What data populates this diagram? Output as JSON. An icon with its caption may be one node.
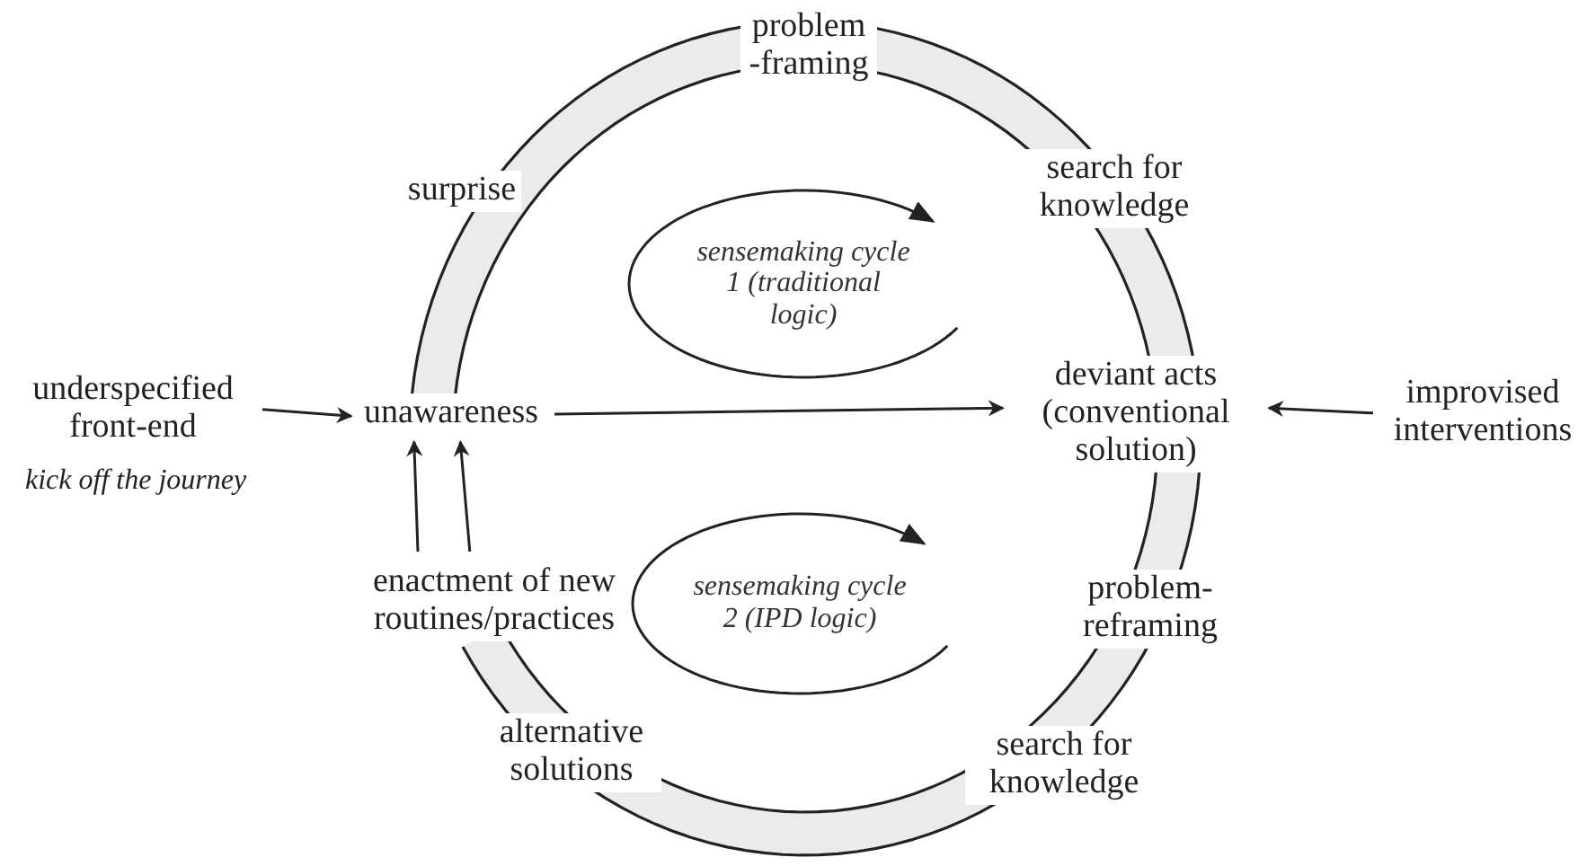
{
  "diagram": {
    "nodes": [
      {
        "text": [
          "underspecified front-end"
        ],
        "beside": [
          "kick off the journey"
        ]
      },
      {
        "text": [
          "unawareness"
        ]
      },
      {
        "text": [
          "deviant acts (conventional solution)"
        ]
      },
      {
        "text": [
          "improvised interventions"
        ]
      },
      {
        "text": [
          "problem -framing"
        ]
      },
      {
        "text": [
          "surprise"
        ]
      },
      {
        "text": [
          "search for knowledge"
        ]
      },
      {
        "text": [
          "sensemaking cycle 1 (traditional logic)"
        ]
      },
      {
        "text": [
          "enactment of new routines/practices"
        ]
      },
      {
        "text": [
          "sensemaking cycle 2 (IPD logic)"
        ]
      },
      {
        "text": [
          "problem- reframing"
        ]
      },
      {
        "text": [
          "alternative solutions"
        ]
      },
      {
        "text": [
          "search for knowledge"
        ]
      }
    ],
    "edges": [
      {
        "from": 0,
        "to": 1,
        "arrow": "to"
      },
      {
        "from": 1,
        "to": 2,
        "arrow": "to"
      },
      {
        "from": 3,
        "to": 2,
        "arrow": "to"
      },
      {
        "from": 8,
        "to": 1,
        "arrow": "to"
      },
      {
        "from": 8,
        "to": 1,
        "arrow": "to"
      }
    ]
  }
}
